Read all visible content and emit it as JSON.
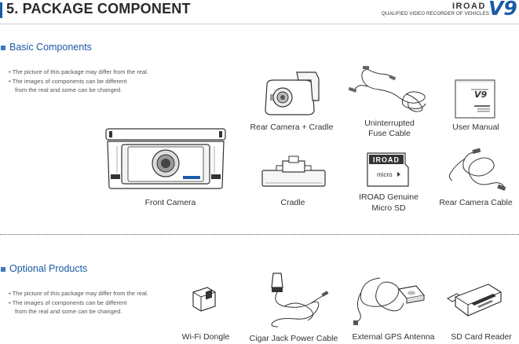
{
  "header": {
    "title": "5. PACKAGE COMPONENT",
    "brand": "IROAD",
    "tagline": "QUALIFIED VIDEO RECORDER OF VEHICLES",
    "model": "V9",
    "accent_color": "#1b5aa6"
  },
  "basic": {
    "title": "Basic Components",
    "notes": [
      "• The picture of this package may differ from the real.",
      "• The images of components can be different",
      "from the real and some can be changed."
    ],
    "items": [
      {
        "caption": "Rear Camera + Cradle",
        "icon": "rear-camera-cradle-image"
      },
      {
        "caption_line1": "Uninterrupted",
        "caption_line2": "Fuse Cable",
        "icon": "fuse-cable-image"
      },
      {
        "caption": "User Manual",
        "icon": "user-manual-image"
      },
      {
        "caption": "Front Camera",
        "icon": "front-camera-image"
      },
      {
        "caption": "Cradle",
        "icon": "cradle-image"
      },
      {
        "caption_line1": "IROAD Genuine",
        "caption_line2": "Micro SD",
        "icon": "micro-sd-image",
        "card_label": "IROAD",
        "card_logo": "micro"
      },
      {
        "caption": "Rear Camera Cable",
        "icon": "rear-camera-cable-image"
      }
    ],
    "manual_cover_text": "V9"
  },
  "optional": {
    "title": "Optional Products",
    "notes": [
      "• The picture of this package may differ from the real.",
      "• The images of components can be different",
      "from the real and some can be changed."
    ],
    "items": [
      {
        "caption": "Wi-Fi Dongle",
        "icon": "wifi-dongle-image"
      },
      {
        "caption": "Cigar Jack Power Cable",
        "icon": "cigar-jack-cable-image"
      },
      {
        "caption": "External GPS Antenna",
        "icon": "gps-antenna-image"
      },
      {
        "caption": "SD Card Reader",
        "icon": "sd-card-reader-image"
      }
    ]
  }
}
